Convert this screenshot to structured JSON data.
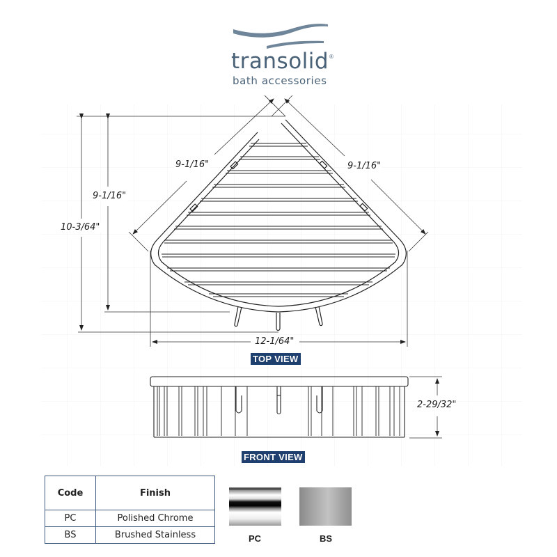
{
  "brand": {
    "name": "transolid",
    "registered_mark": "®",
    "tagline": "bath accessories",
    "color": "#4a6278"
  },
  "top_view": {
    "label": "TOP VIEW",
    "dimensions": {
      "left_diagonal": "9-1/16\"",
      "right_diagonal": "9-1/16\"",
      "inner_height": "9-1/16\"",
      "outer_height": "10-3/64\"",
      "width": "12-1/64\""
    }
  },
  "front_view": {
    "label": "FRONT VIEW",
    "dimensions": {
      "height": "2-29/32\""
    }
  },
  "finish_table": {
    "headers": [
      "Code",
      "Finish"
    ],
    "rows": [
      {
        "code": "PC",
        "finish": "Polished Chrome"
      },
      {
        "code": "BS",
        "finish": "Brushed Stainless"
      }
    ]
  },
  "swatches": [
    {
      "code": "PC",
      "name": "Polished Chrome"
    },
    {
      "code": "BS",
      "name": "Brushed Stainless"
    }
  ],
  "colors": {
    "label_bg": "#1f3f6e",
    "table_border": "#3f5a80"
  }
}
